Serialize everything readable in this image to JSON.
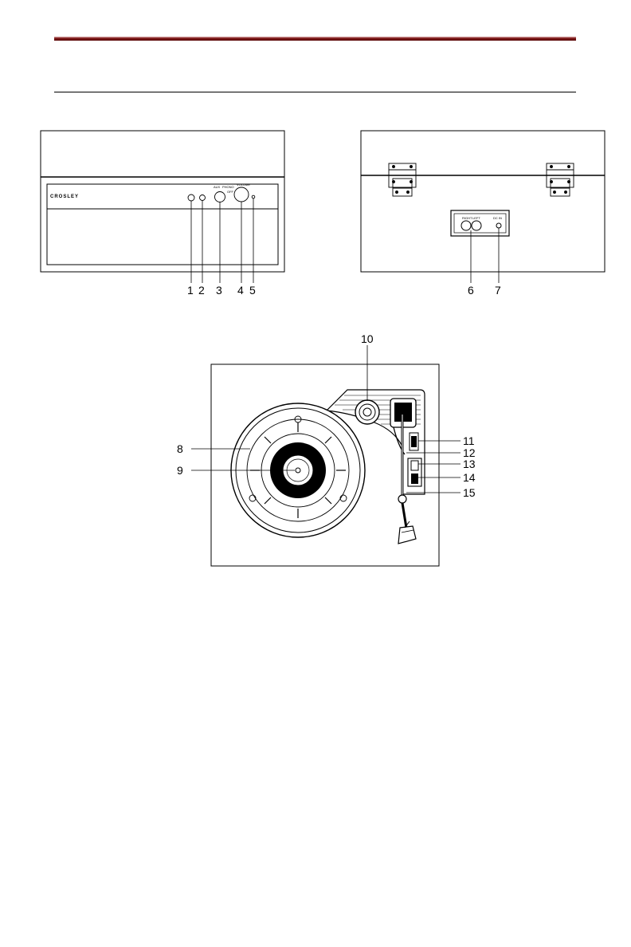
{
  "front_panel": {
    "brand": "CROSLEY",
    "switch_labels": [
      "AUX",
      "PHONO",
      "OFF"
    ],
    "knob_label": "VOLUME"
  },
  "rear_panel": {
    "jack_labels": [
      "RIGHT",
      "LEFT",
      "DC IN"
    ]
  },
  "callouts": [
    "1",
    "2",
    "3",
    "4",
    "5",
    "6",
    "7",
    "8",
    "9",
    "10",
    "11",
    "12",
    "13",
    "14",
    "15"
  ]
}
